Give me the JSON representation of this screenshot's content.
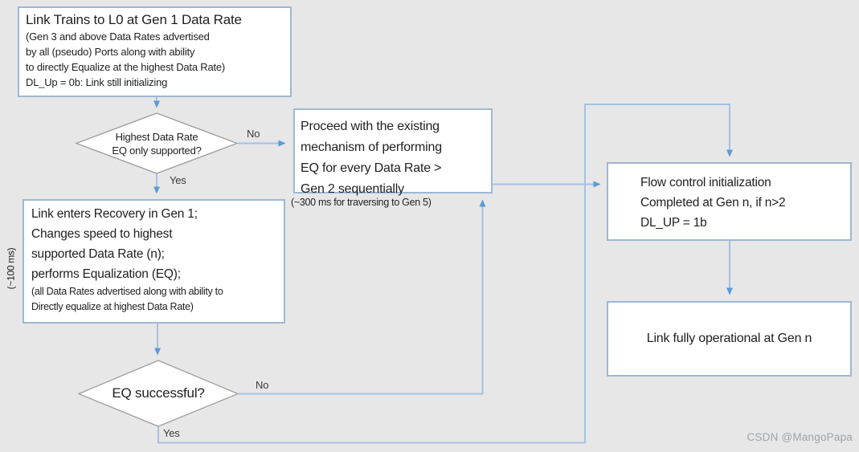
{
  "colors": {
    "bg": "#e7e7e7",
    "node_fill": "#ffffff",
    "box_border": "#9db8d2",
    "diamond_border": "#9e9e9e",
    "connector": "#a5c2e2",
    "arrowhead": "#5b9bd5",
    "text": "#212121",
    "label_text": "#3a3a3a",
    "watermark": "#9fa3a7"
  },
  "nodes": {
    "link_trains": {
      "title": "Link Trains to L0 at Gen 1 Data Rate",
      "lines": [
        "(Gen 3 and above Data Rates advertised",
        "by all (pseudo) Ports along with ability",
        "to directly Equalize at the highest Data Rate)",
        "DL_Up = 0b: Link still initializing"
      ]
    },
    "decision_highest": {
      "line1": "Highest Data Rate",
      "line2": "EQ only supported?"
    },
    "proceed": {
      "lines": [
        "Proceed with the existing",
        "mechanism of performing",
        "EQ for every Data Rate >",
        "Gen 2 sequentially"
      ],
      "note": "(~300 ms for traversing to Gen 5)"
    },
    "recovery": {
      "lines": [
        "Link enters Recovery in Gen 1;",
        "Changes speed to highest",
        "supported Data Rate (n);",
        "performs Equalization (EQ);"
      ],
      "small_lines": [
        "(all Data Rates advertised along with ability to",
        "Directly equalize at highest Data Rate)"
      ],
      "side_note": "(~100 ms)"
    },
    "decision_eq": {
      "label": "EQ successful?"
    },
    "flow_control": {
      "lines": [
        "Flow control initialization",
        "Completed at Gen n, if n>2",
        "DL_UP = 1b"
      ]
    },
    "link_operational": {
      "label": "Link fully operational at Gen n"
    }
  },
  "edge_labels": {
    "highest_no": "No",
    "highest_yes": "Yes",
    "eq_no": "No",
    "eq_yes": "Yes"
  },
  "watermark": "CSDN @MangoPapa"
}
